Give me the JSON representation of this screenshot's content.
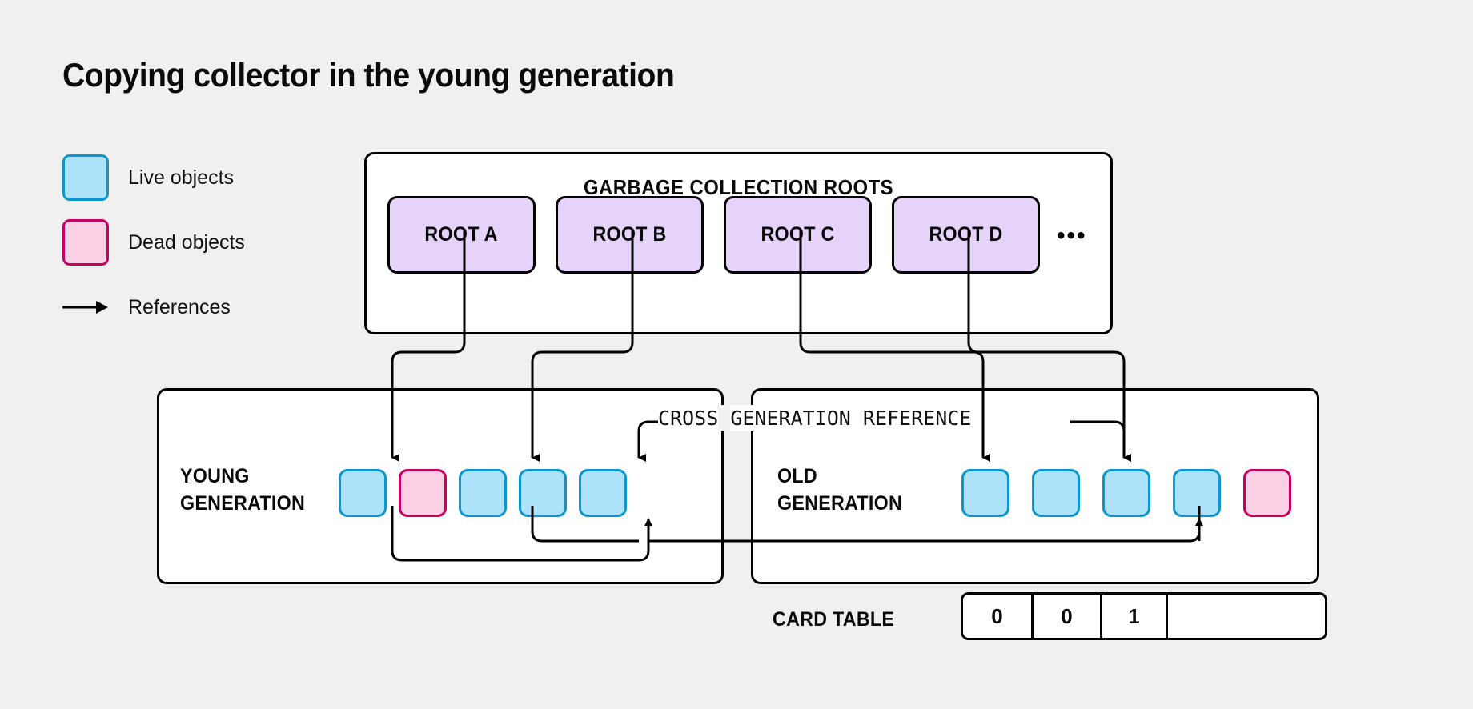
{
  "title": "Copying collector in the young generation",
  "legend": {
    "items": [
      {
        "kind": "live-swatch",
        "label": "Live objects",
        "fill": "#ace3fb",
        "stroke": "#0d96ce"
      },
      {
        "kind": "dead-swatch",
        "label": "Dead objects",
        "fill": "#fcd0e4",
        "stroke": "#c80060"
      },
      {
        "kind": "arrow-icon",
        "label": "References",
        "fill": "#000000",
        "stroke": "#000000"
      }
    ]
  },
  "roots_panel": {
    "title": "GARBAGE COLLECTION ROOTS",
    "ellipsis": "•••",
    "roots": [
      {
        "label": "ROOT A"
      },
      {
        "label": "ROOT B"
      },
      {
        "label": "ROOT C"
      },
      {
        "label": "ROOT D"
      }
    ],
    "fill": "#e6d3fa",
    "stroke": "#000000"
  },
  "young_generation": {
    "label_line1": "YOUNG",
    "label_line2": "GENERATION",
    "objects": [
      {
        "state": "live"
      },
      {
        "state": "dead"
      },
      {
        "state": "live"
      },
      {
        "state": "live"
      },
      {
        "state": "live"
      }
    ]
  },
  "old_generation": {
    "label_line1": "OLD",
    "label_line2": "GENERATION",
    "objects": [
      {
        "state": "live"
      },
      {
        "state": "live"
      },
      {
        "state": "live"
      },
      {
        "state": "live"
      },
      {
        "state": "dead"
      }
    ]
  },
  "cross_reference": {
    "text_part1": "CROSS",
    "text_part2": "GENERATION REFERENCE"
  },
  "card_table": {
    "label": "CARD TABLE",
    "cells": [
      "0",
      "0",
      "1",
      ""
    ]
  },
  "colors": {
    "background": "#f0f0f0",
    "panel": "#ffffff",
    "ink": "#000000",
    "live_fill": "#ace3fb",
    "live_stroke": "#0d96ce",
    "dead_fill": "#fcd0e4",
    "dead_stroke": "#c80060",
    "root_fill": "#e6d3fa"
  }
}
